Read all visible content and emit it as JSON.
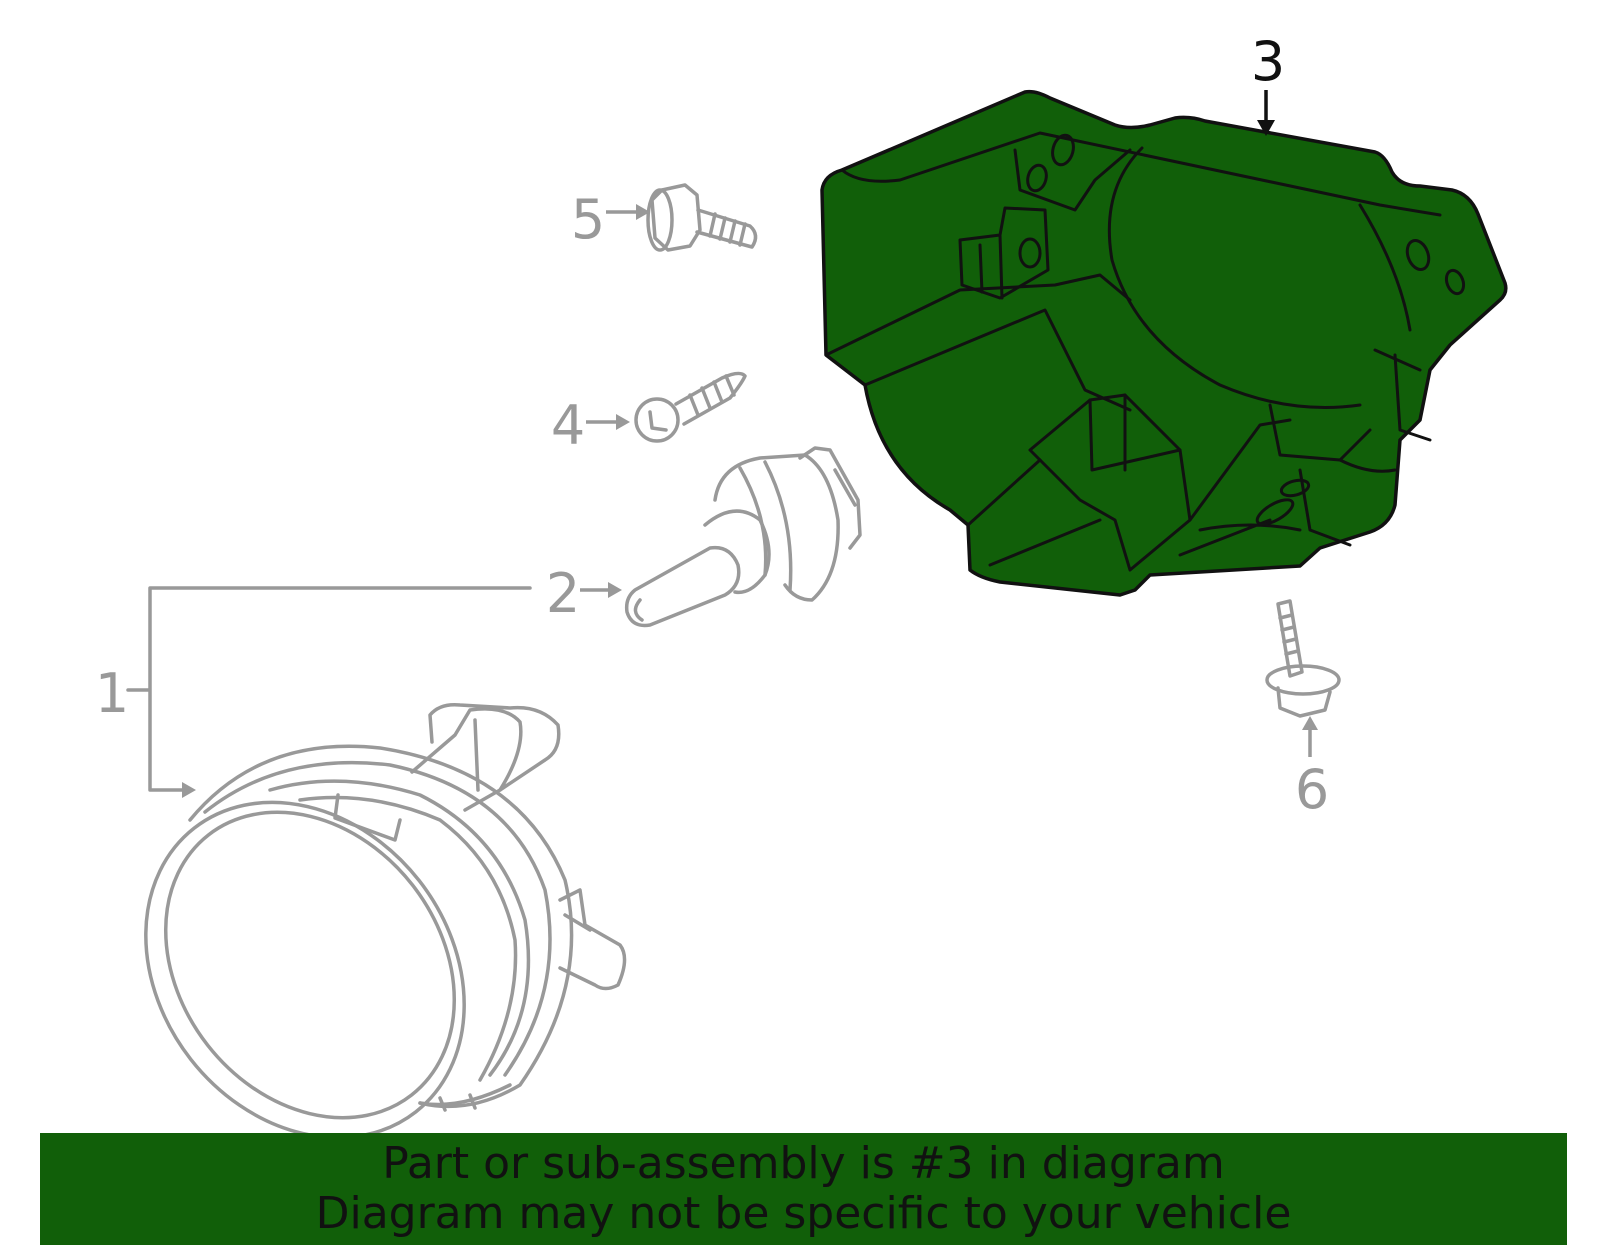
{
  "colors": {
    "highlight": "#115f09",
    "part_outline": "#111111",
    "other_parts": "#999999",
    "banner_text": "#111111"
  },
  "callouts": {
    "c1": "1",
    "c2": "2",
    "c3": "3",
    "c4": "4",
    "c5": "5",
    "c6": "6"
  },
  "banner": {
    "line1": "Part or sub-assembly is #3 in diagram",
    "line2": "Diagram may not be specific to your vehicle"
  }
}
